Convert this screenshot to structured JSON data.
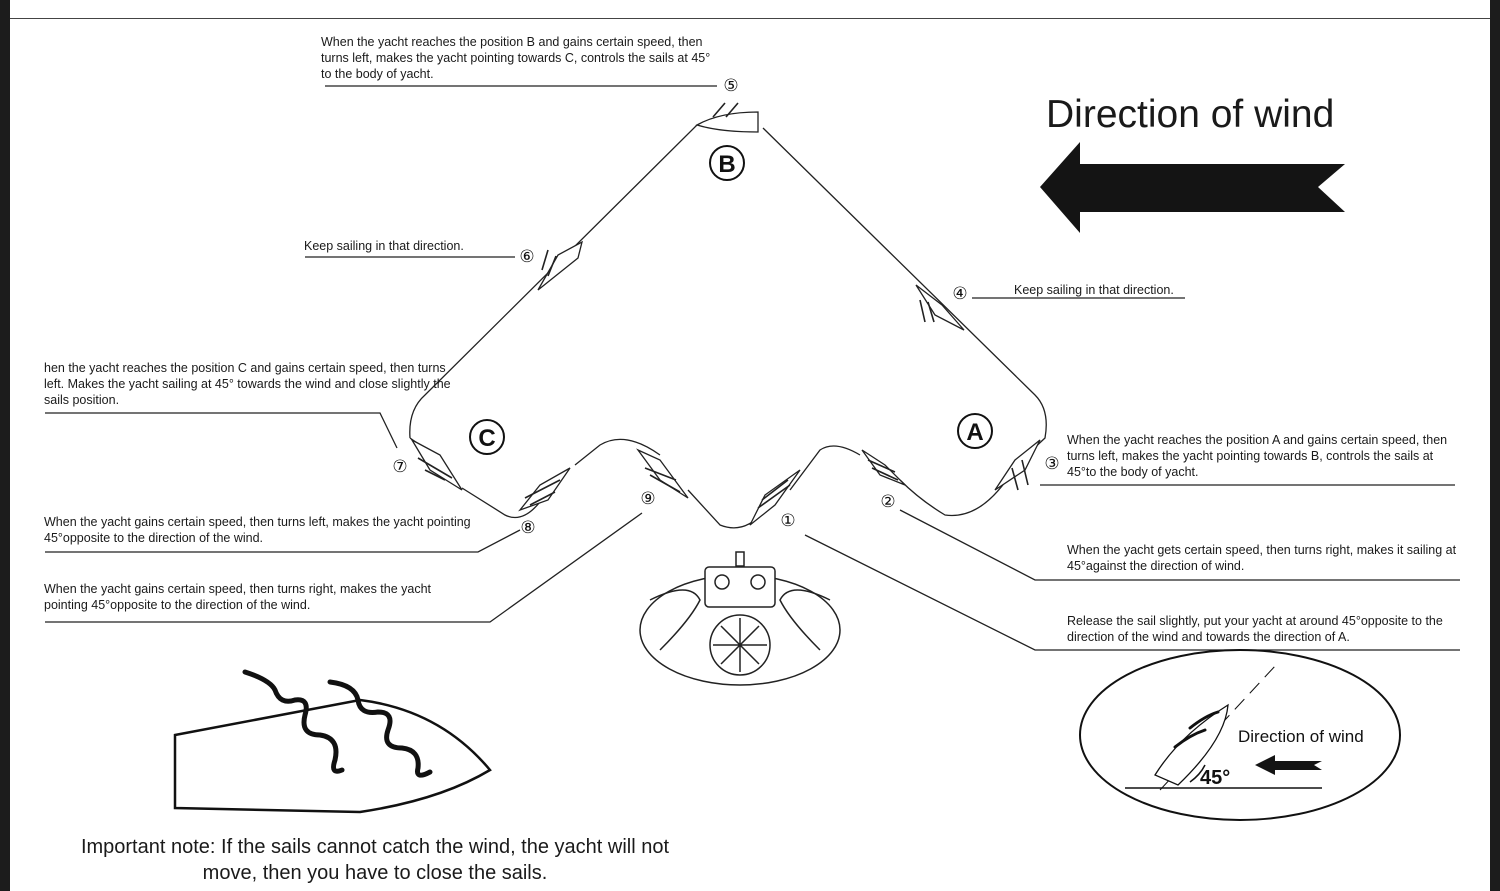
{
  "title": "Direction of wind",
  "positions": {
    "a": "A",
    "b": "B",
    "c": "C"
  },
  "steps": [
    "①",
    "②",
    "③",
    "④",
    "⑤",
    "⑥",
    "⑦",
    "⑧",
    "⑨"
  ],
  "captions": {
    "step5": "When the yacht reaches the position B and gains certain speed, then turns left, makes the yacht pointing towards C, controls the sails at 45° to the body of yacht.",
    "step6": "Keep sailing in that direction.",
    "step4": "Keep sailing in that direction.",
    "step7": "hen the yacht reaches the position C and gains certain speed, then turns left. Makes the yacht sailing at 45° towards the wind and close slightly the sails position.",
    "step3": "When the yacht reaches the position A and gains certain speed, then turns left, makes the yacht pointing towards B, controls the sails at 45°to the body of yacht.",
    "step8": "When the yacht gains certain speed, then turns left, makes the yacht pointing 45°opposite to the direction of the wind.",
    "step9": "When the yacht gains certain speed, then turns right, makes the yacht pointing 45°opposite to the direction of the wind.",
    "step2": "When the yacht gets certain speed, then turns right, makes it sailing at 45°against the direction of wind.",
    "step1": "Release the sail slightly, put your yacht at around 45°opposite to the direction of the wind and towards the direction of A."
  },
  "inset": {
    "wind_label": "Direction of wind",
    "angle": "45°"
  },
  "note": "Important note: If the sails cannot catch the wind, the yacht will not move, then you have to close the sails."
}
